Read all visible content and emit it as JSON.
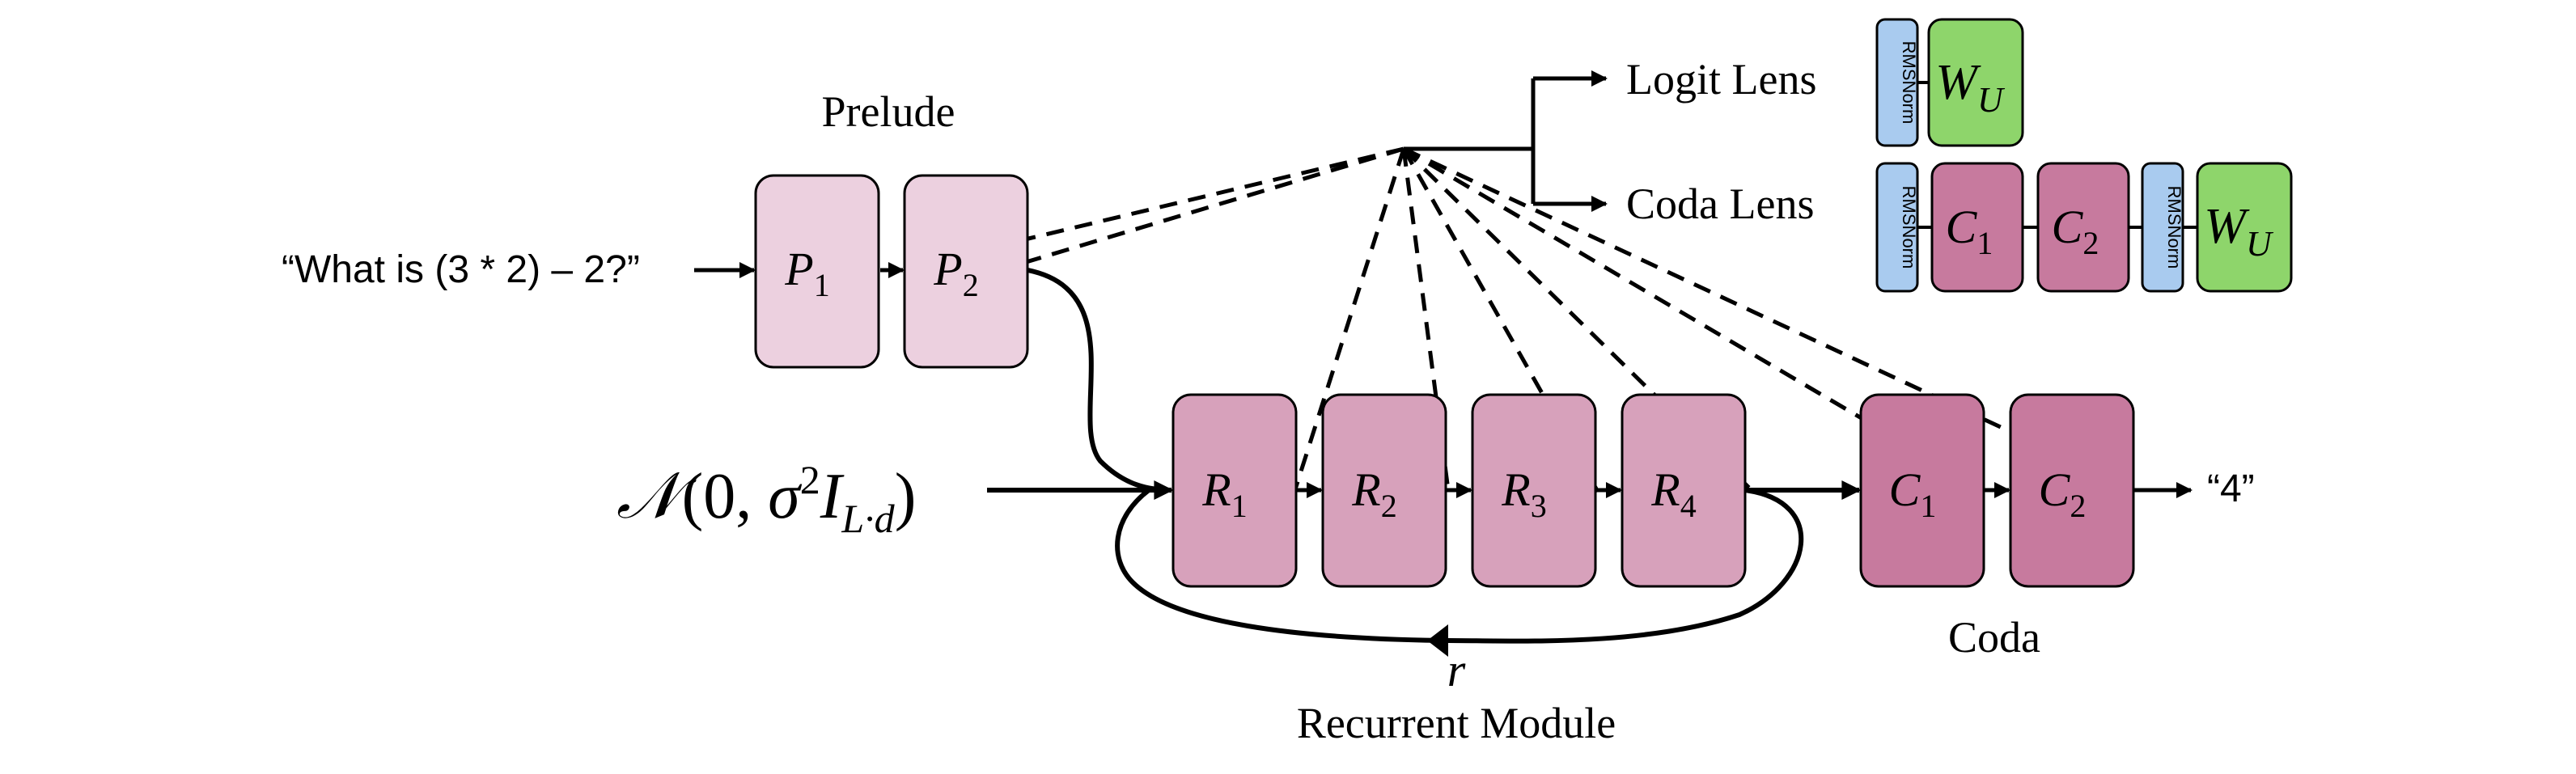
{
  "input_text": "“What is (3 * 2) – 2?”",
  "output_text": "“4”",
  "noise_label": "𝒩(0, σ²I_L·d)",
  "sections": {
    "prelude": "Prelude",
    "coda": "Coda",
    "recurrent": "Recurrent Module",
    "recurrence_var": "r"
  },
  "lenses": {
    "logit": "Logit Lens",
    "coda": "Coda Lens"
  },
  "blocks": {
    "prelude": [
      {
        "letter": "P",
        "sub": "1"
      },
      {
        "letter": "P",
        "sub": "2"
      }
    ],
    "recurrent": [
      {
        "letter": "R",
        "sub": "1"
      },
      {
        "letter": "R",
        "sub": "2"
      },
      {
        "letter": "R",
        "sub": "3"
      },
      {
        "letter": "R",
        "sub": "4"
      }
    ],
    "coda": [
      {
        "letter": "C",
        "sub": "1"
      },
      {
        "letter": "C",
        "sub": "2"
      }
    ]
  },
  "lens_blocks": {
    "rmsnorm": "RMSNorm",
    "wu": {
      "letter": "W",
      "sub": "U"
    },
    "c1": {
      "letter": "C",
      "sub": "1"
    },
    "c2": {
      "letter": "C",
      "sub": "2"
    }
  },
  "colors": {
    "prelude_fill": "#ECD0DF",
    "recurrent_fill": "#D7A1BB",
    "coda_fill": "#C77A9E",
    "rmsnorm_fill": "#A9CBEF",
    "wu_fill": "#8ED56B",
    "stroke": "#000000"
  }
}
